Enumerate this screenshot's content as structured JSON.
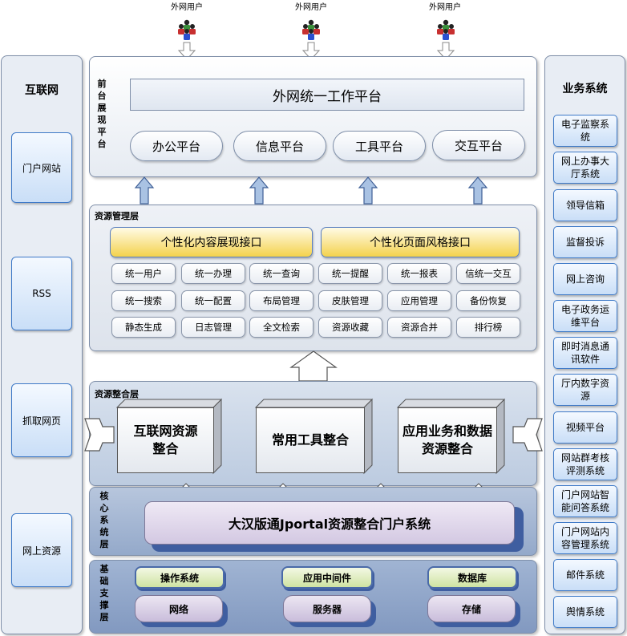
{
  "external_users": [
    "外网用户",
    "外网用户",
    "外网用户"
  ],
  "left_panel": {
    "title": "互联网",
    "items": [
      "门户网站",
      "RSS",
      "抓取网页",
      "网上资源"
    ]
  },
  "right_panel": {
    "title": "业务系统",
    "items": [
      "电子监察系统",
      "网上办事大厅系统",
      "领导信箱",
      "监督投诉",
      "网上咨询",
      "电子政务运维平台",
      "即时消息通讯软件",
      "厅内数字资源",
      "视频平台",
      "网站群考核评测系统",
      "门户网站智能问答系统",
      "门户网站内容管理系统",
      "邮件系统",
      "舆情系统"
    ]
  },
  "frontend_layer": {
    "label": "前台展现平台",
    "banner": "外网统一工作平台",
    "platforms": [
      "办公平台",
      "信息平台",
      "工具平台",
      "交互平台"
    ]
  },
  "resource_mgmt_layer": {
    "label": "资源管理层",
    "interfaces": [
      "个性化内容展现接口",
      "个性化页面风格接口"
    ],
    "functions": [
      [
        "统一用户",
        "统一办理",
        "统一查询",
        "统一提醒",
        "统一报表",
        "信统一交互"
      ],
      [
        "统一搜索",
        "统一配置",
        "布局管理",
        "皮肤管理",
        "应用管理",
        "备份恢复"
      ],
      [
        "静态生成",
        "日志管理",
        "全文检索",
        "资源收藏",
        "资源合并",
        "排行榜"
      ]
    ]
  },
  "integration_layer": {
    "label": "资源整合层",
    "blocks": [
      "互联网资源整合",
      "常用工具整合",
      "应用业务和数据资源整合"
    ]
  },
  "core_layer": {
    "label": "核心系统层",
    "system": "大汉版通Jportal资源整合门户系统"
  },
  "base_layer": {
    "label": "基础支撑层",
    "top": [
      "操作系统",
      "应用中间件",
      "数据库"
    ],
    "bottom": [
      "网络",
      "服务器",
      "存储"
    ]
  },
  "colors": {
    "panel_bg": "#e8edf4",
    "layer_bg_light": "#eef2f7",
    "layer_bg_dark": "#a9b9d3",
    "box_border_blue": "#3d79c7",
    "yellow": "#f4d24c",
    "green": "#cfe3a2",
    "purple": "#c9bddb"
  }
}
